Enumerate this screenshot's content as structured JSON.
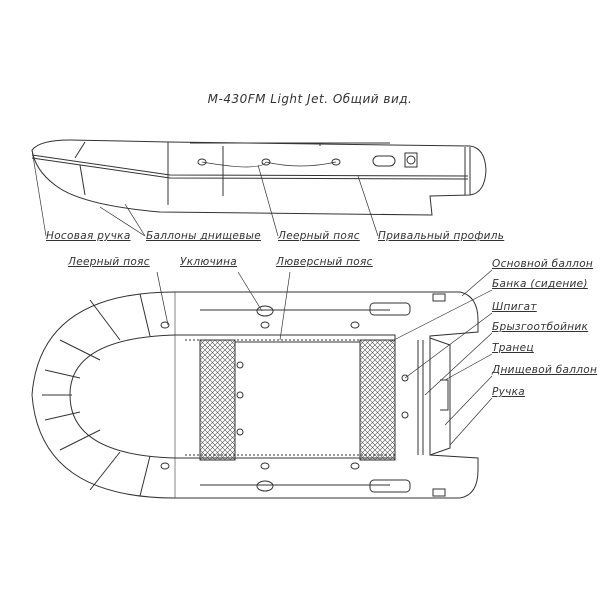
{
  "title": "M-430FM Light Jet. Общий вид.",
  "side_view_labels": [
    "Носовая ручка",
    "Баллоны днищевые",
    "Леерный пояс",
    "Привальный профиль"
  ],
  "top_view_labels_left": [
    "Леерный пояс",
    "Уключина",
    "Люверсный пояс"
  ],
  "top_view_labels_right": [
    "Основной баллон",
    "Банка (сидение)",
    "Шпигат",
    "Брызгоотбойник",
    "Транец",
    "Днищевой баллон",
    "Ручка"
  ],
  "colors": {
    "line": "#333333",
    "mesh": "#555555"
  }
}
